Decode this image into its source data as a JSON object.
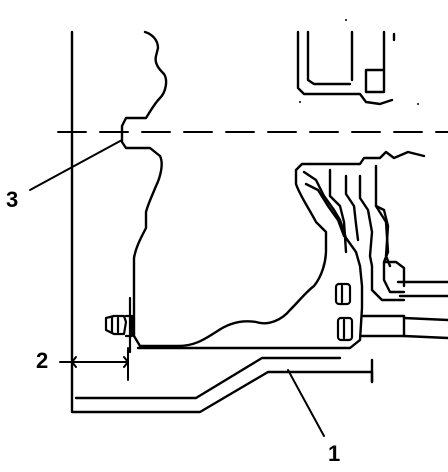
{
  "callouts": {
    "one": "1",
    "two": "2",
    "three": "3"
  },
  "colors": {
    "ink": "#000000",
    "paper": "#ffffff"
  }
}
